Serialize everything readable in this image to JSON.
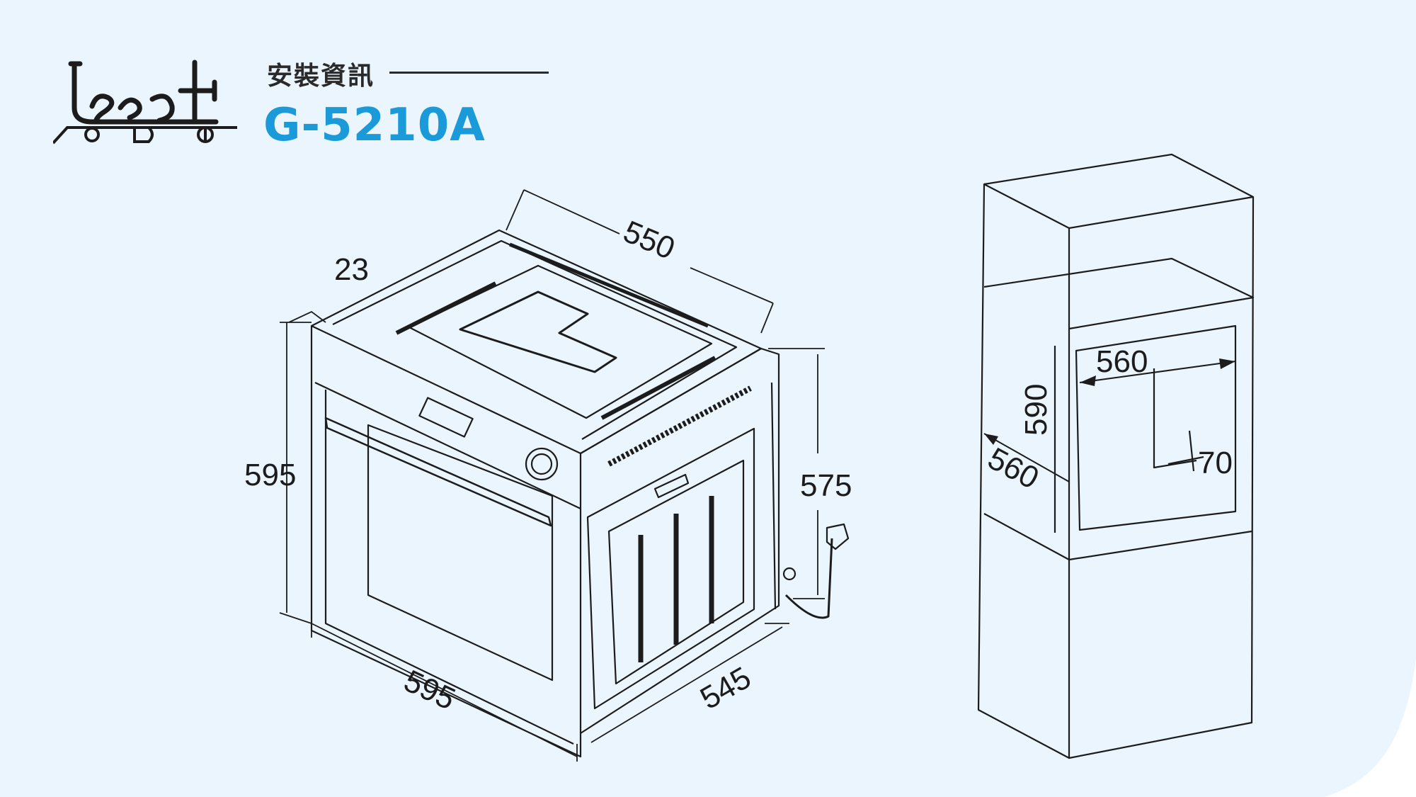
{
  "header": {
    "section_title": "安裝資訊",
    "model": "G-5210A"
  },
  "colors": {
    "background": "#eaf5fd",
    "accent": "#1a9ad9",
    "line": "#1c1c1c"
  },
  "oven_dimensions": {
    "top_width": "550",
    "panel_thickness": "23",
    "front_height": "595",
    "front_width": "595",
    "body_depth": "545",
    "body_height": "575"
  },
  "cabinet_dimensions": {
    "niche_width": "560",
    "niche_height": "590",
    "niche_depth": "560",
    "vent_gap": "70"
  }
}
